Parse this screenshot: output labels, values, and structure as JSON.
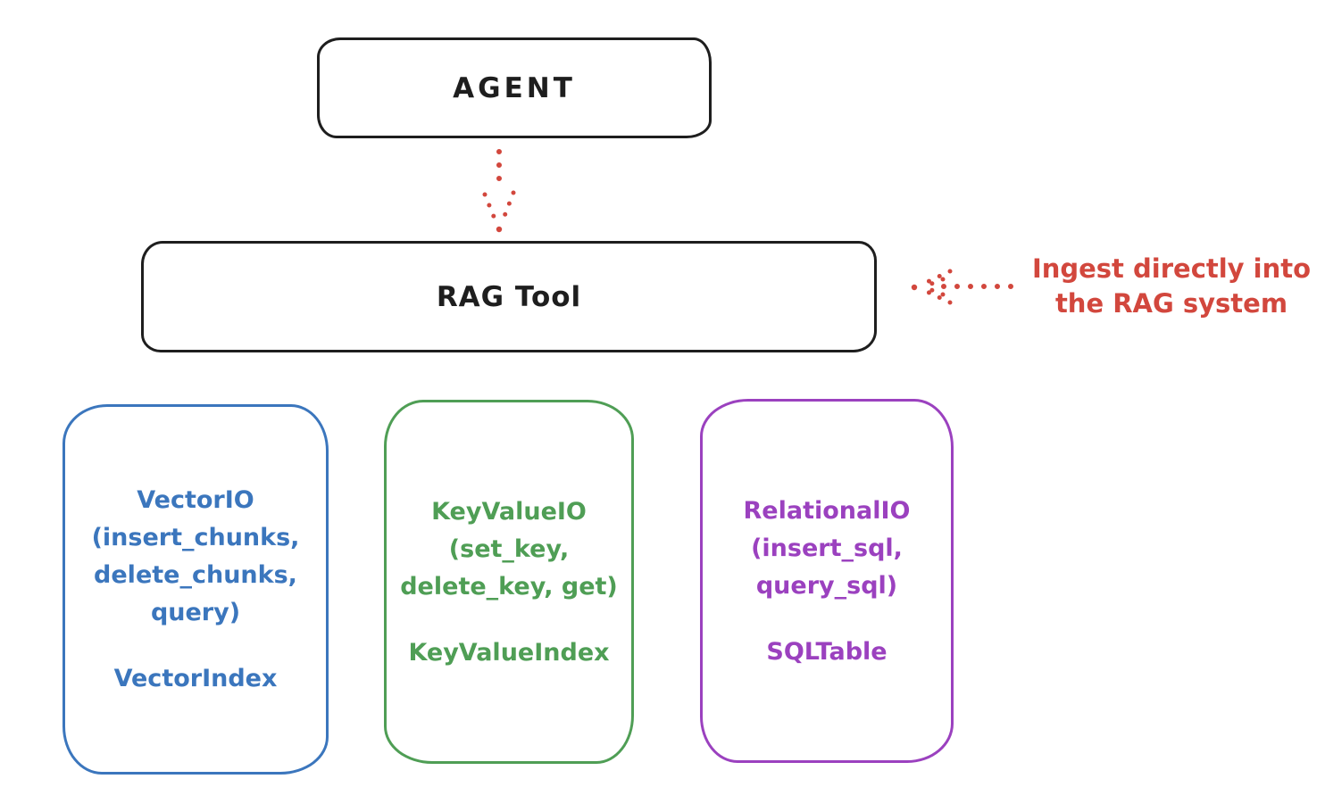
{
  "diagram": {
    "colors": {
      "ink": "#1e1e1e",
      "red": "#d2473d",
      "blue": "#3b76bd",
      "green": "#4f9e55",
      "purple": "#9b41bf"
    },
    "agent": {
      "label": "AGENT"
    },
    "rag_tool": {
      "label": "RAG Tool"
    },
    "annotation": {
      "line1": "Ingest directly into",
      "line2": "the RAG system"
    },
    "backends": [
      {
        "id": "vector",
        "lines": [
          "VectorIO",
          "(insert_chunks,",
          "delete_chunks,",
          "query)"
        ],
        "index": "VectorIndex"
      },
      {
        "id": "keyvalue",
        "lines": [
          "KeyValueIO",
          "(set_key,",
          "delete_key, get)"
        ],
        "index": "KeyValueIndex"
      },
      {
        "id": "relational",
        "lines": [
          "RelationalIO",
          "(insert_sql,",
          "query_sql)"
        ],
        "index": "SQLTable"
      }
    ]
  }
}
